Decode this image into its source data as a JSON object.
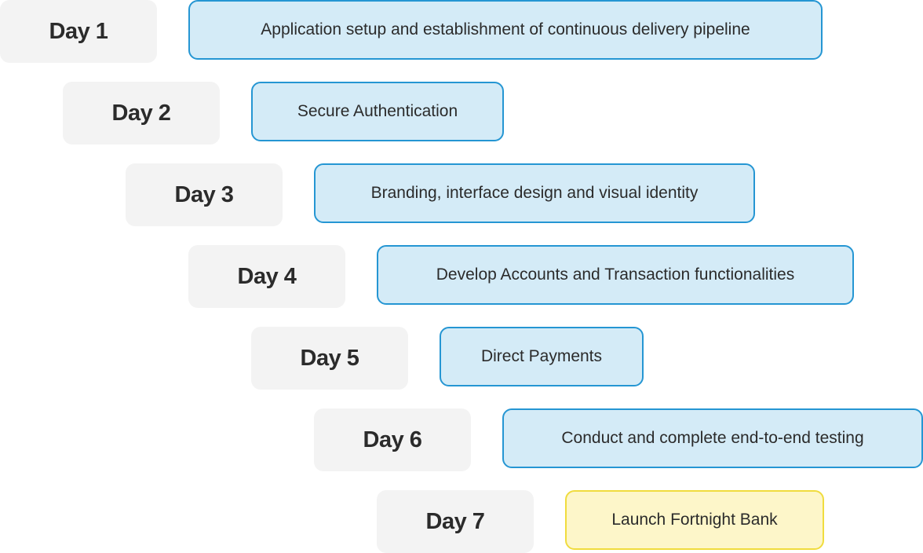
{
  "colors": {
    "day_bg": "#f3f3f3",
    "task_bg": "#d4ebf7",
    "task_border": "#2596d3",
    "final_bg": "#fdf6c9",
    "final_border": "#f0dc3e",
    "text": "#2b2b2b"
  },
  "rows": [
    {
      "day": "Day 1",
      "task": "Application setup and establishment of continuous delivery pipeline"
    },
    {
      "day": "Day 2",
      "task": "Secure Authentication"
    },
    {
      "day": "Day 3",
      "task": "Branding, interface design and visual identity"
    },
    {
      "day": "Day 4",
      "task": "Develop Accounts and Transaction functionalities"
    },
    {
      "day": "Day 5",
      "task": "Direct Payments"
    },
    {
      "day": "Day 6",
      "task": "Conduct and complete end-to-end testing"
    },
    {
      "day": "Day 7",
      "task": "Launch Fortnight Bank"
    }
  ]
}
